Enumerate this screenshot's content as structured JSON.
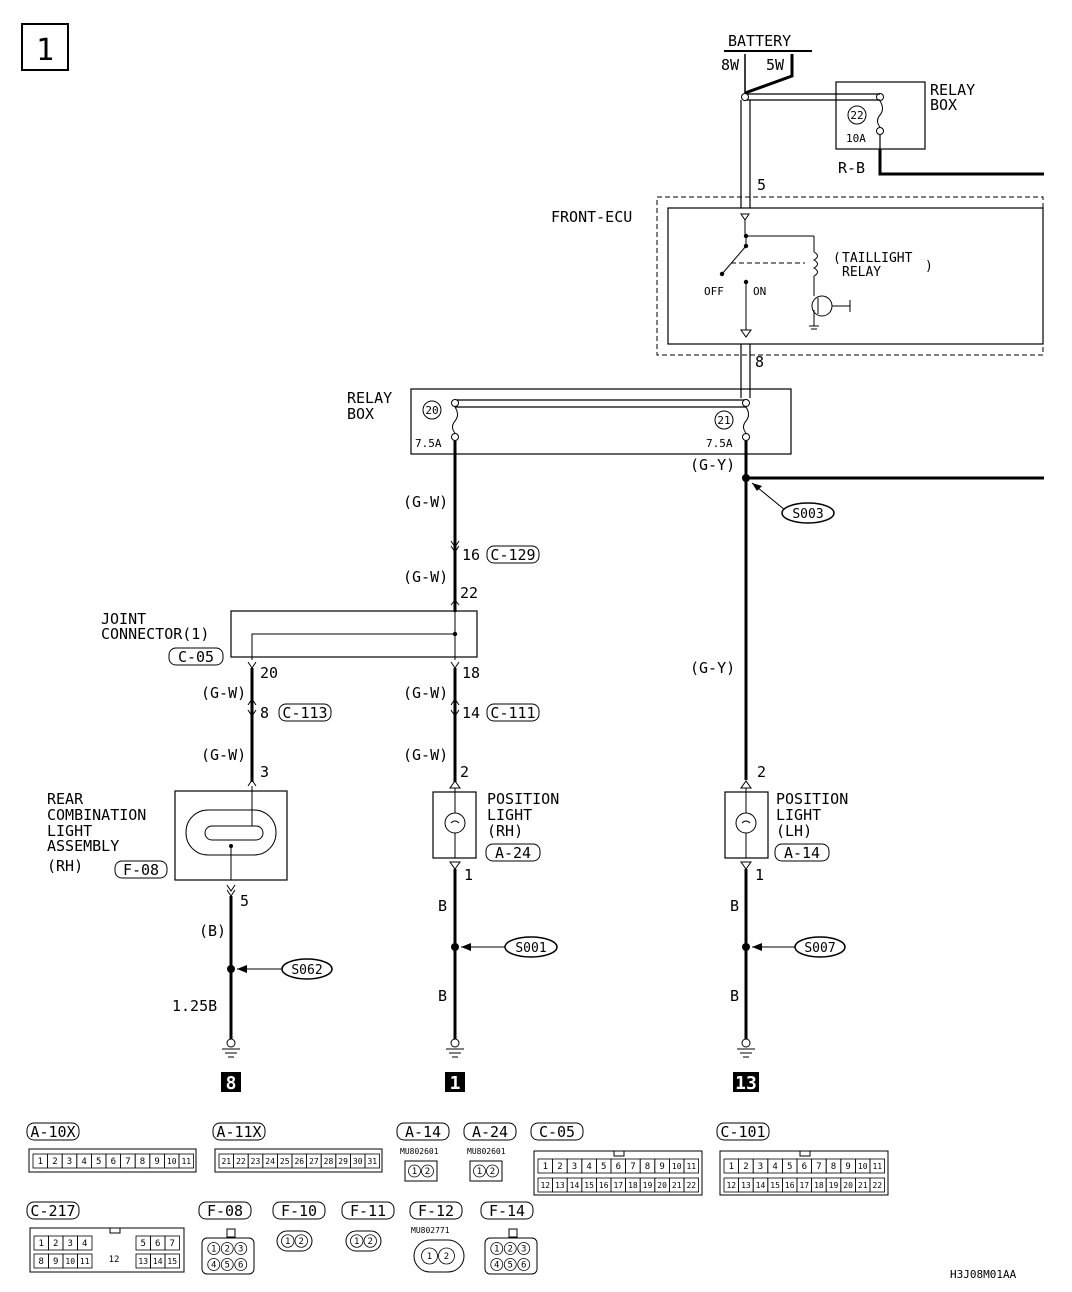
{
  "page_number": "1",
  "footer_code": "H3J08M01AA",
  "battery": {
    "label": "BATTERY",
    "w8": "8W",
    "w5": "5W"
  },
  "relay_box_top": {
    "label_1": "RELAY",
    "label_2": "BOX",
    "fuse_no": "22",
    "fuse_rating": "10A",
    "wire_color": "R-B"
  },
  "front_ecu": {
    "label": "FRONT-ECU",
    "pin_in": "5",
    "pin_out": "8",
    "relay_1": "TAILLIGHT",
    "relay_2": "RELAY",
    "off": "OFF",
    "on": "ON"
  },
  "relay_box_mid": {
    "label_1": "RELAY",
    "label_2": "BOX",
    "fuse_left_no": "20",
    "fuse_left_rating": "7.5A",
    "fuse_right_no": "21",
    "fuse_right_rating": "7.5A"
  },
  "wires": {
    "gw": "(G-W)",
    "gy": "(G-Y)",
    "b": "B",
    "b_paren": "(B)",
    "b125": "1.25B"
  },
  "splices": {
    "s003": "S003",
    "s062": "S062",
    "s001": "S001",
    "s007": "S007"
  },
  "joint_connector": {
    "label_1": "JOINT",
    "label_2": "CONNECTOR(1)",
    "ref": "C-05",
    "pin_in": "22",
    "pin_a": "20",
    "pin_b": "18"
  },
  "pins": {
    "p16": "16",
    "c129": "C-129",
    "p8": "8",
    "c113": "C-113",
    "p14": "14",
    "c111": "C-111",
    "p3": "3",
    "p2": "2",
    "p2b": "2",
    "p5": "5",
    "p1": "1",
    "p1b": "1"
  },
  "components": {
    "rear": {
      "l1": "REAR",
      "l2": "COMBINATION",
      "l3": "LIGHT",
      "l4": "ASSEMBLY",
      "l5": "(RH)",
      "ref": "F-08"
    },
    "pos_rh": {
      "l1": "POSITION",
      "l2": "LIGHT",
      "l3": "(RH)",
      "ref": "A-24"
    },
    "pos_lh": {
      "l1": "POSITION",
      "l2": "LIGHT",
      "l3": "(LH)",
      "ref": "A-14"
    }
  },
  "grounds": {
    "g8": "8",
    "g1": "1",
    "g13": "13"
  },
  "connectors": {
    "a10x": {
      "ref": "A-10X",
      "pins": [
        "1",
        "2",
        "3",
        "4",
        "5",
        "6",
        "7",
        "8",
        "9",
        "10",
        "11"
      ]
    },
    "a11x": {
      "ref": "A-11X",
      "pins": [
        "21",
        "22",
        "23",
        "24",
        "25",
        "26",
        "27",
        "28",
        "29",
        "30",
        "31"
      ]
    },
    "a14": {
      "ref": "A-14",
      "part": "MU802601",
      "pins": [
        "1",
        "2"
      ]
    },
    "a24": {
      "ref": "A-24",
      "part": "MU802601",
      "pins": [
        "1",
        "2"
      ]
    },
    "c05": {
      "ref": "C-05",
      "top": [
        "1",
        "2",
        "3",
        "4",
        "5",
        "6",
        "7",
        "8",
        "9",
        "10",
        "11"
      ],
      "bottom": [
        "12",
        "13",
        "14",
        "15",
        "16",
        "17",
        "18",
        "19",
        "20",
        "21",
        "22"
      ]
    },
    "c101": {
      "ref": "C-101",
      "top": [
        "1",
        "2",
        "3",
        "4",
        "5",
        "6",
        "7",
        "8",
        "9",
        "10",
        "11"
      ],
      "bottom": [
        "12",
        "13",
        "14",
        "15",
        "16",
        "17",
        "18",
        "19",
        "20",
        "21",
        "22"
      ]
    },
    "c217": {
      "ref": "C-217",
      "top_l": [
        "1",
        "2",
        "3",
        "4"
      ],
      "top_r": [
        "5",
        "6",
        "7"
      ],
      "mid": "12",
      "bot_l": [
        "8",
        "9",
        "10",
        "11"
      ],
      "bot_r": [
        "13",
        "14",
        "15"
      ]
    },
    "f08": {
      "ref": "F-08",
      "top": [
        "1",
        "2",
        "3"
      ],
      "bottom": [
        "4",
        "5",
        "6"
      ]
    },
    "f10": {
      "ref": "F-10",
      "pins": [
        "1",
        "2"
      ]
    },
    "f11": {
      "ref": "F-11",
      "pins": [
        "1",
        "2"
      ]
    },
    "f12": {
      "ref": "F-12",
      "part": "MU802771",
      "pins": [
        "1",
        "2"
      ]
    },
    "f14": {
      "ref": "F-14",
      "top": [
        "1",
        "2",
        "3"
      ],
      "bottom": [
        "4",
        "5",
        "6"
      ]
    }
  }
}
